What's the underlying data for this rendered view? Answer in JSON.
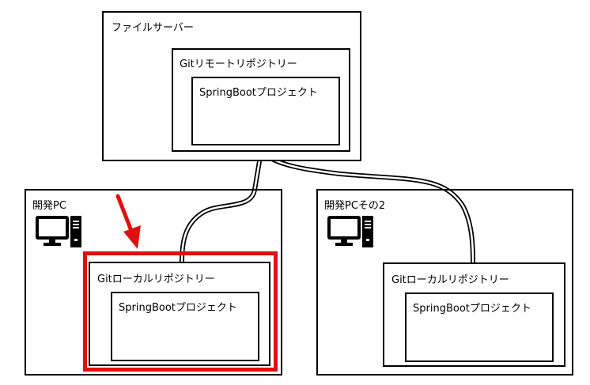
{
  "file_server": {
    "label": "ファイルサーバー"
  },
  "remote_repo": {
    "label": "Gitリモートリポジトリー"
  },
  "remote_project": {
    "label": "SpringBootプロジェクト"
  },
  "dev_pc": {
    "label": "開発PC",
    "repo_label": "Gitローカルリポジトリー",
    "project_label": "SpringBootプロジェクト"
  },
  "dev_pc2": {
    "label": "開発PCその2",
    "repo_label": "Gitローカルリポジトリー",
    "project_label": "SpringBootプロジェクト"
  },
  "colors": {
    "highlight": "#e01010",
    "stroke": "#000000"
  },
  "icons": {
    "computer": "desktop-computer-icon",
    "arrow": "arrow-down-right"
  }
}
